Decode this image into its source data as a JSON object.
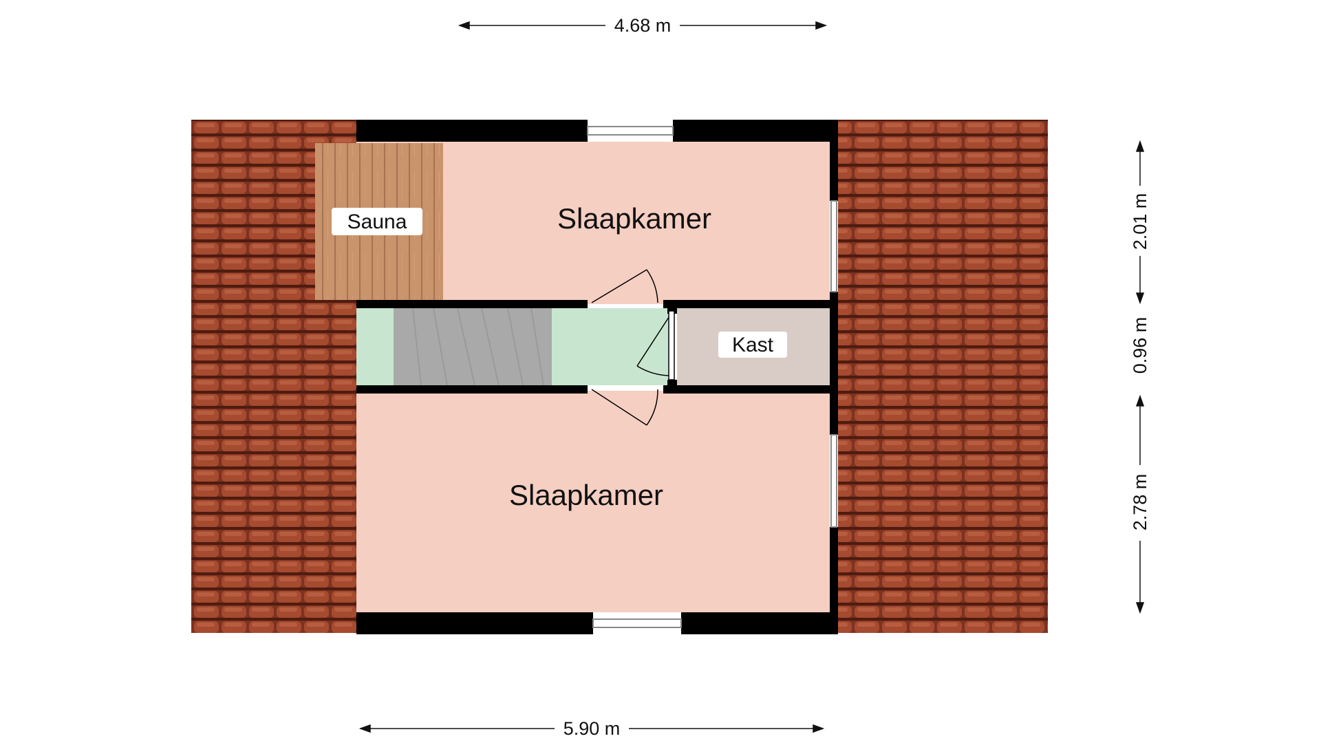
{
  "colors": {
    "background": "#ffffff",
    "wall": "#000000",
    "roof_tile": "#8f3b25",
    "roof_tile_light": "#b45c3e",
    "roof_shadow": "#5a2214",
    "bedroom_floor": "#f5cfc2",
    "sauna_wood": "#c8926a",
    "hall_floor": "#c8e6cf",
    "stairs": "#a9a9a9",
    "closet_floor": "#d9ccc7",
    "label_background": "#ffffff"
  },
  "rooms": {
    "bedroom_top": {
      "label": "Slaapkamer"
    },
    "bedroom_bottom": {
      "label": "Slaapkamer"
    },
    "sauna": {
      "label": "Sauna"
    },
    "closet": {
      "label": "Kast"
    }
  },
  "dimensions": {
    "top_width": "4.68 m",
    "bottom_width": "5.90 m",
    "right_top": "2.01 m",
    "right_middle": "0.96 m",
    "right_bottom": "2.78 m"
  }
}
